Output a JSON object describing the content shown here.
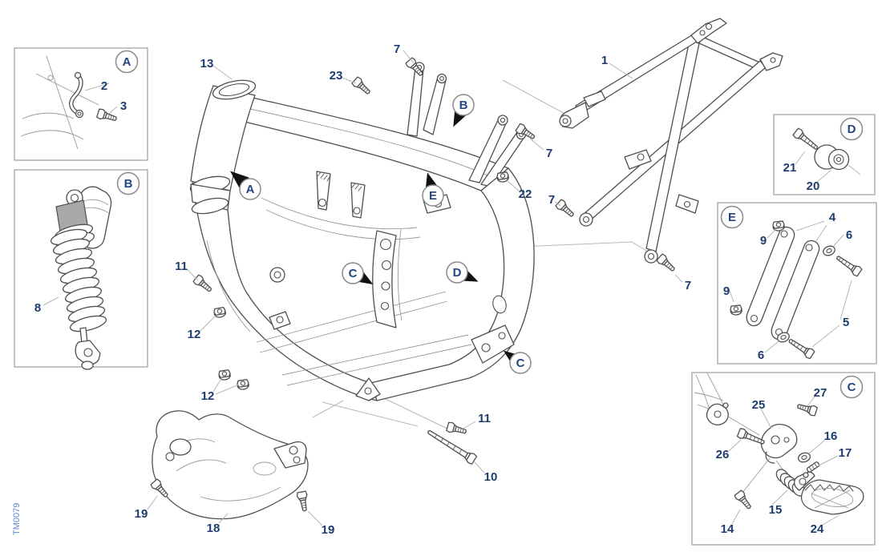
{
  "diagram": {
    "watermark": "TM0079",
    "colors": {
      "part_number": "#1d3c6e",
      "section_letter": "#24467f",
      "artwork_line": "#4f4f4f",
      "leader_line": "#b6b6b6",
      "inset_border": "#9c9c9c",
      "arrow": "#111111",
      "watermark_blue": "#5b86c9"
    },
    "insets": [
      {
        "letter": "A"
      },
      {
        "letter": "B"
      },
      {
        "letter": "D"
      },
      {
        "letter": "E"
      },
      {
        "letter": "C"
      }
    ],
    "markers": [
      {
        "letter": "A"
      },
      {
        "letter": "B"
      },
      {
        "letter": "E"
      },
      {
        "letter": "C"
      },
      {
        "letter": "D"
      },
      {
        "letter": "C"
      }
    ],
    "callouts": [
      {
        "text": "7"
      },
      {
        "text": "13"
      },
      {
        "text": "23"
      },
      {
        "text": "1"
      },
      {
        "text": "7"
      },
      {
        "text": "22"
      },
      {
        "text": "7"
      },
      {
        "text": "7"
      },
      {
        "text": "11"
      },
      {
        "text": "12"
      },
      {
        "text": "12"
      },
      {
        "text": "11"
      },
      {
        "text": "10"
      },
      {
        "text": "19"
      },
      {
        "text": "18"
      },
      {
        "text": "19"
      },
      {
        "text": "2"
      },
      {
        "text": "3"
      },
      {
        "text": "8"
      },
      {
        "text": "21"
      },
      {
        "text": "20"
      },
      {
        "text": "4"
      },
      {
        "text": "9"
      },
      {
        "text": "6"
      },
      {
        "text": "9"
      },
      {
        "text": "5"
      },
      {
        "text": "6"
      },
      {
        "text": "25"
      },
      {
        "text": "27"
      },
      {
        "text": "26"
      },
      {
        "text": "16"
      },
      {
        "text": "17"
      },
      {
        "text": "15"
      },
      {
        "text": "14"
      },
      {
        "text": "24"
      }
    ]
  }
}
